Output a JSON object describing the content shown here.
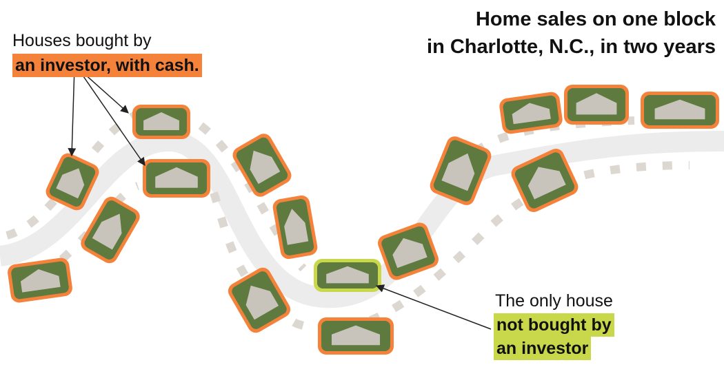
{
  "title": {
    "line1": "Home sales on one block",
    "line2": "in Charlotte, N.C., in two years"
  },
  "investor_note": {
    "plain": "Houses bought by",
    "highlight": "an investor, with cash."
  },
  "other_note": {
    "plain": "The only house",
    "highlight_line1": "not bought by",
    "highlight_line2": "an investor"
  },
  "colors": {
    "investor": "#f5823a",
    "not_investor": "#c8d84a",
    "road": "#ececec",
    "stone": "#ddd7d1"
  },
  "houses": {
    "bought_by_investor": 15,
    "not_bought_by_investor": 1
  }
}
